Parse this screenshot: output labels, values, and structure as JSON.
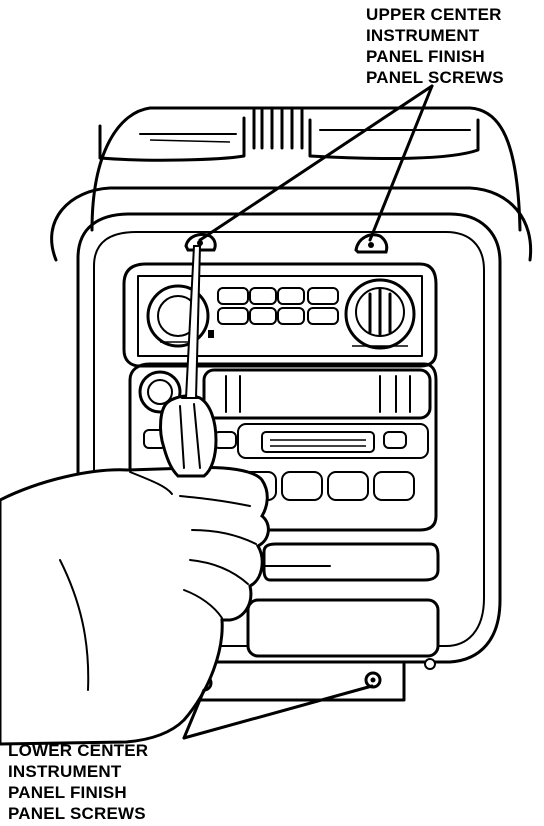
{
  "callouts": {
    "upper": {
      "lines": [
        "UPPER CENTER",
        "INSTRUMENT",
        "PANEL FINISH",
        "PANEL SCREWS"
      ]
    },
    "lower": {
      "lines": [
        "LOWER CENTER",
        "INSTRUMENT",
        "PANEL FINISH",
        "PANEL SCREWS"
      ]
    }
  },
  "colors": {
    "ink": "#000000",
    "paper": "#ffffff"
  }
}
